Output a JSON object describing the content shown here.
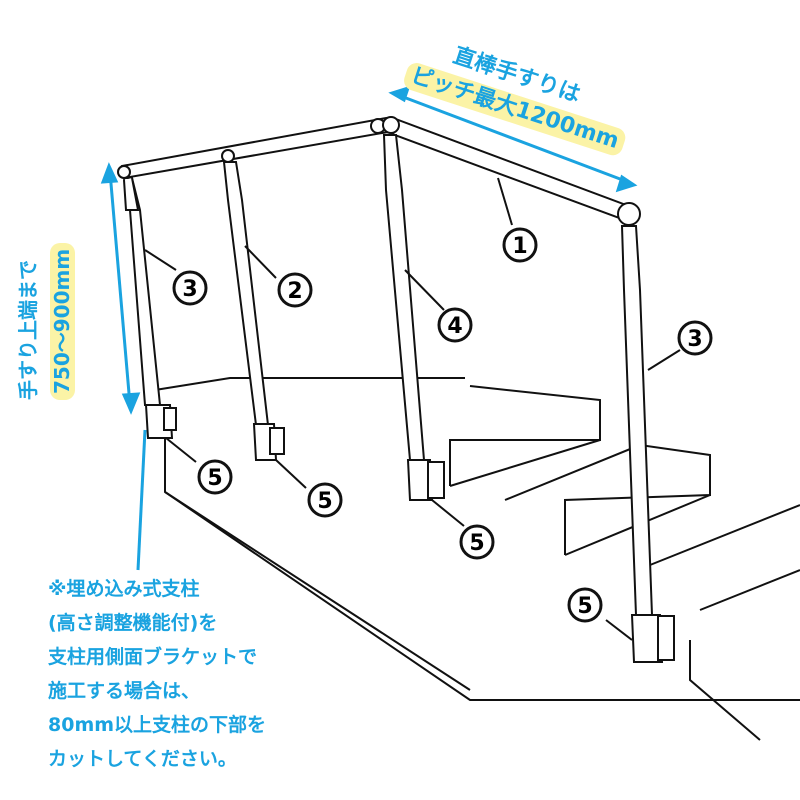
{
  "colors": {
    "ink": "#111111",
    "accent_blue": "#1aa3e0",
    "highlight": "#fbf3a6",
    "post_fill": "#ffffff"
  },
  "pitch_note": {
    "line1": "直棒手すりは",
    "line2": "ピッチ最大1200mm"
  },
  "height_note": {
    "line1": "手すり上端まで",
    "line2": "750〜900mm"
  },
  "bottom_note": {
    "lines": [
      "※埋め込み式支柱",
      "(高さ調整機能付)を",
      "支柱用側面ブラケットで",
      "施工する場合は、",
      "80mm以上支柱の下部を",
      "カットしてください。"
    ]
  },
  "part_labels": {
    "rail": "1",
    "post_mid": "2",
    "post_end_left": "3",
    "post_corner": "4",
    "post_end_right": "3",
    "base_1": "5",
    "base_2": "5",
    "base_3": "5",
    "base_4": "5"
  }
}
